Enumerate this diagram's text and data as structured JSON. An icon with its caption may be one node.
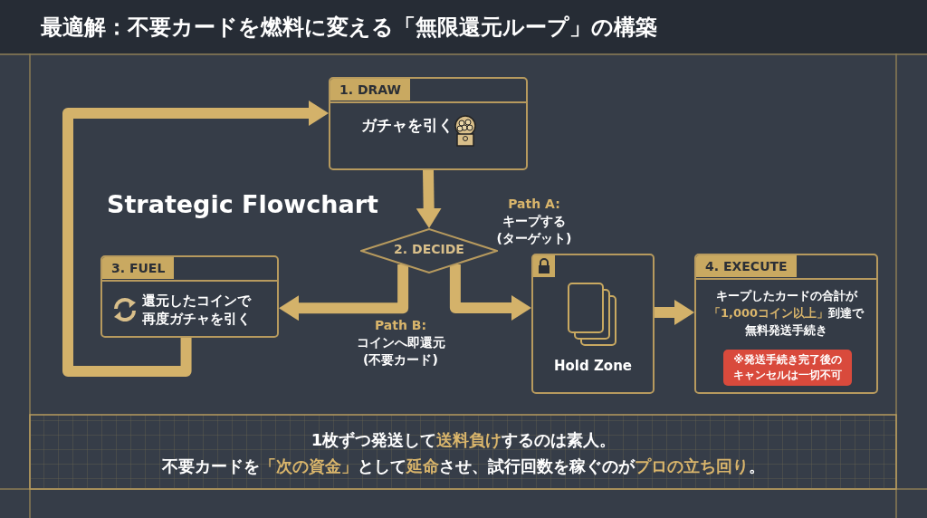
{
  "diagram": {
    "title": "最適解：不要カードを燃料に変える「無限還元ループ」の構築",
    "nodes": [
      {
        "text": [
          "1. DRAW",
          "ガチャを引く"
        ]
      },
      {
        "text": [
          "2. DECIDE"
        ]
      },
      {
        "text": [
          "3. FUEL",
          "還元したコインで再度ガチャを引く"
        ]
      },
      {
        "text": [
          "Hold Zone"
        ]
      },
      {
        "text": [
          "4. EXECUTE",
          "キープしたカードの合計が**「1,000コイン以上」**到達で無料発送手続き",
          "※発送手続き完了後のキャンセルは一切不可"
        ]
      }
    ],
    "edges": [
      {
        "from": 0,
        "to": 1,
        "arrow": "to"
      },
      {
        "from": 1,
        "to": 2,
        "arrow": "to",
        "label": "**Path B:** コインへ即還元 (不要カード)"
      },
      {
        "from": 1,
        "to": 3,
        "arrow": "to",
        "label": "**Path A:** キープする (ターゲット)"
      },
      {
        "from": 3,
        "to": 4,
        "arrow": "to"
      },
      {
        "from": 2,
        "to": 0,
        "arrow": "to"
      }
    ],
    "labels": [
      "Strategic Flowchart",
      "1枚ずつ発送して**送料負け**するのは素人。",
      "不要カードを**「次の資金」**として**延命**させ、試行回数を稼ぐのが**プロの立ち回り**。"
    ]
  }
}
